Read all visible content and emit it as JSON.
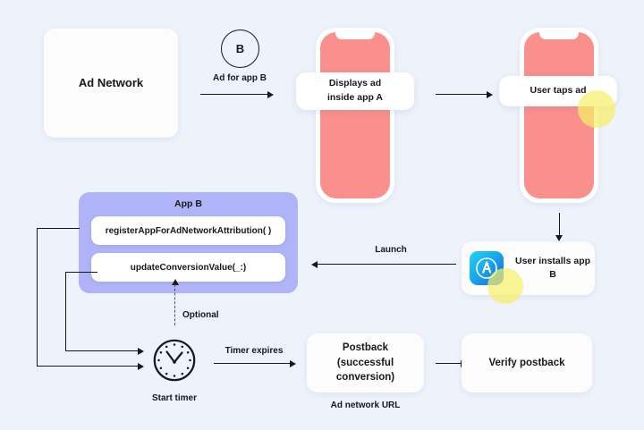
{
  "diagram": {
    "title": "SKAdNetwork ad attribution flow",
    "background_color": "#eef2fb",
    "accent_pink": "#f9908c",
    "accent_purple": "#aeb4f7",
    "accent_yellow": "#f7f06a",
    "text_color": "#16181d"
  },
  "ad_network": {
    "label": "Ad Network"
  },
  "badge": {
    "letter": "B",
    "caption": "Ad for app B"
  },
  "phone_a": {
    "overlay_line1": "Displays ad",
    "overlay_line2": "inside app A"
  },
  "phone_b": {
    "overlay_line1": "User taps ad"
  },
  "install": {
    "label": "User installs app B",
    "icon_name": "app-store-icon"
  },
  "launch": {
    "label": "Launch"
  },
  "app_b": {
    "title": "App B",
    "methods": [
      {
        "name": "registerAppForAdNetworkAttribution( )"
      },
      {
        "name": "updateConversionValue(_:)"
      }
    ]
  },
  "optional": {
    "label": "Optional"
  },
  "timer": {
    "label": "Start timer",
    "expires_label": "Timer expires"
  },
  "postback": {
    "line1": "Postback",
    "line2": "(successful conversion)",
    "caption": "Ad network URL"
  },
  "verify": {
    "label": "Verify postback"
  }
}
